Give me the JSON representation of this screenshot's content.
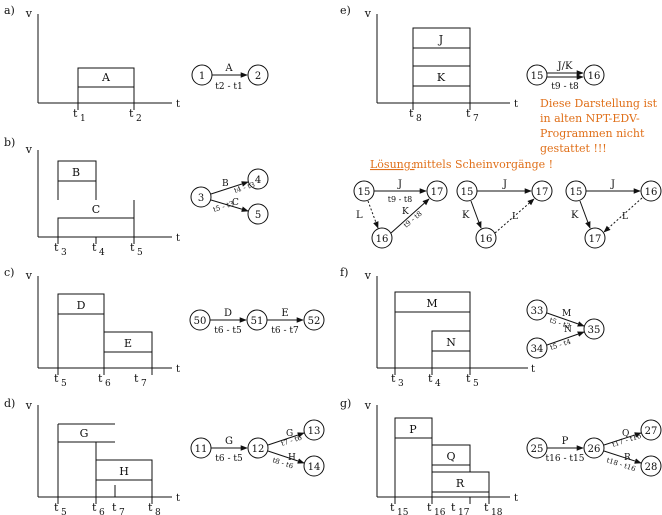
{
  "colors": {
    "ink": "#111111",
    "note": "#e0701a"
  },
  "panels": {
    "a": {
      "label": "a)",
      "y_axis": "v",
      "x_axis": "t",
      "bars": [
        "A"
      ],
      "ticks": [
        "t",
        "1",
        "t",
        "2"
      ],
      "network": {
        "nodes": [
          "1",
          "2"
        ],
        "activity": "A",
        "duration": "t2 - t1"
      }
    },
    "b": {
      "label": "b)",
      "y_axis": "v",
      "x_axis": "t",
      "bars": [
        "B",
        "C"
      ],
      "ticks": [
        "t",
        "3",
        "t",
        "4",
        "t",
        "5"
      ],
      "network": {
        "nodes": [
          "3",
          "4",
          "5"
        ],
        "activity_top": "B",
        "duration_top": "t4 - t3",
        "activity_bottom": "C",
        "duration_bottom": "t5 - t3"
      }
    },
    "c": {
      "label": "c)",
      "y_axis": "v",
      "x_axis": "t",
      "bars": [
        "D",
        "E"
      ],
      "ticks": [
        "t",
        "5",
        "t",
        "6",
        "t",
        "7"
      ],
      "network": {
        "nodes": [
          "50",
          "51",
          "52"
        ],
        "activity_1": "D",
        "duration_1": "t6 - t5",
        "activity_2": "E",
        "duration_2": "t6 - t7"
      }
    },
    "d": {
      "label": "d)",
      "y_axis": "v",
      "x_axis": "t",
      "bars": [
        "G",
        "H"
      ],
      "ticks": [
        "t",
        "5",
        "t",
        "6",
        "t",
        "7",
        "t",
        "8"
      ],
      "network": {
        "nodes": [
          "11",
          "12",
          "13",
          "14"
        ],
        "activity_1": "G",
        "duration_1": "t6 - t5",
        "activity_top": "G",
        "duration_top": "t7 - t6",
        "activity_bottom": "H",
        "duration_bottom": "t8 - t6"
      }
    },
    "e": {
      "label": "e)",
      "y_axis": "v",
      "x_axis": "t",
      "bars": [
        "J",
        "K"
      ],
      "ticks": [
        "t",
        "8",
        "t",
        "7"
      ],
      "network": {
        "nodes": [
          "15",
          "16"
        ],
        "activity": "J/K",
        "duration": "t9 - t8"
      },
      "note": [
        "Diese Darstellung ist",
        "in alten NPT-EDV-",
        "Programmen nicht",
        "gestattet !!!"
      ],
      "solution_prefix": "Lösung:",
      "solution_text": "mittels Scheinvorgänge !",
      "variant1": {
        "nodes": [
          "15",
          "17",
          "16"
        ],
        "top": "J",
        "top_dur": "t9 - t8",
        "left": "L",
        "diag": "K",
        "diag_dur": "t9 - t8"
      },
      "variant2": {
        "nodes": [
          "15",
          "17",
          "16"
        ],
        "top": "J",
        "left": "K",
        "diag": "L"
      },
      "variant3": {
        "nodes": [
          "15",
          "16",
          "17"
        ],
        "top": "J",
        "left": "K",
        "diag": "L"
      }
    },
    "f": {
      "label": "f)",
      "y_axis": "v",
      "x_axis": "t",
      "bars": [
        "M",
        "N"
      ],
      "ticks": [
        "t",
        "3",
        "t",
        "4",
        "t",
        "5"
      ],
      "network": {
        "nodes": [
          "33",
          "34",
          "35"
        ],
        "activity_top": "M",
        "duration_top": "t5 - t3",
        "activity_bottom": "N",
        "duration_bottom": "t5 - t4"
      }
    },
    "g": {
      "label": "g)",
      "y_axis": "v",
      "x_axis": "t",
      "bars": [
        "P",
        "Q",
        "R"
      ],
      "ticks": [
        "t",
        "15",
        "t",
        "16",
        "t",
        "17",
        "t",
        "18"
      ],
      "network": {
        "nodes": [
          "25",
          "26",
          "27",
          "28"
        ],
        "activity_1": "P",
        "duration_1": "t16 - t15",
        "activity_top": "Q",
        "duration_top": "t17 - t16",
        "activity_bottom": "R",
        "duration_bottom": "t18 - t16"
      }
    }
  }
}
